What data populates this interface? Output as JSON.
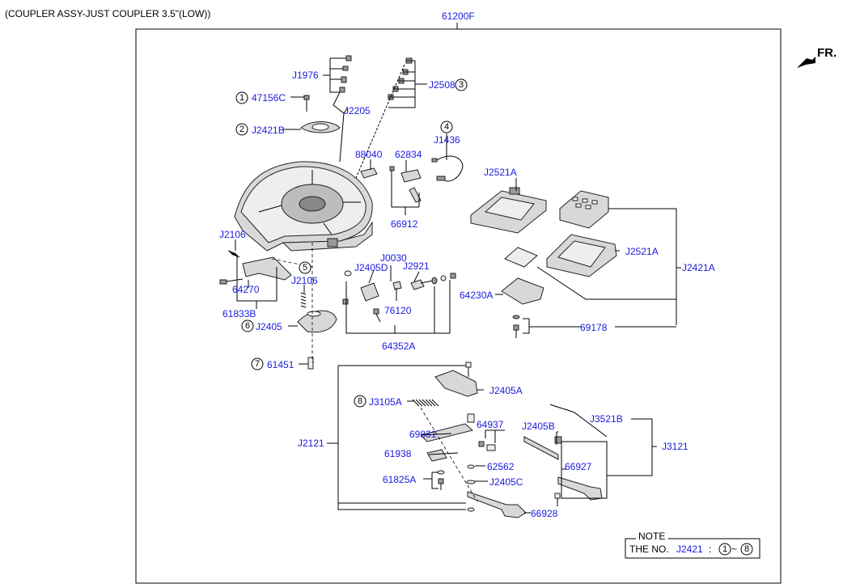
{
  "header": {
    "title": "(COUPLER ASSY-JUST COUPLER 3.5\"(LOW))",
    "assembly": "61200F"
  },
  "orientation": {
    "label": "FR."
  },
  "parts": {
    "p47156C": "47156C",
    "pJ1976": "J1976",
    "pJ2508": "J2508",
    "pJ2205": "J2205",
    "pJ2421B": "J2421B",
    "pJ1436": "J1436",
    "p88040": "88040",
    "p62834": "62834",
    "pJ2521A_top": "J2521A",
    "pJ2521A_mid": "J2521A",
    "pJ2421A": "J2421A",
    "p66912": "66912",
    "pJ2106_a": "J2106",
    "pJ0030": "J0030",
    "pJ2921": "J2921",
    "pJ2405D": "J2405D",
    "p64230A": "64230A",
    "p64270": "64270",
    "pJ2106_b": "J2106",
    "p76120": "76120",
    "p61833B": "61833B",
    "pJ2405": "J2405",
    "p69178": "69178",
    "p64352A": "64352A",
    "p61451": "61451",
    "pJ2405A": "J2405A",
    "pJ3105A": "J3105A",
    "pJ3521B": "J3521B",
    "pJ2405B": "J2405B",
    "p64937": "64937",
    "p69831": "69831",
    "pJ2121": "J2121",
    "pJ3121": "J3121",
    "p61938": "61938",
    "p62562": "62562",
    "p66927": "66927",
    "p61825A": "61825A",
    "pJ2405C": "J2405C",
    "p66928": "66928"
  },
  "callouts": {
    "c1": "1",
    "c2": "2",
    "c3": "3",
    "c4": "4",
    "c5": "5",
    "c6": "6",
    "c7": "7",
    "c8": "8",
    "n1": "1",
    "n8": "8"
  },
  "note": {
    "title": "NOTE",
    "text": "THE NO.",
    "ref": "J2421",
    "colon": ":",
    "tilde": "~"
  }
}
